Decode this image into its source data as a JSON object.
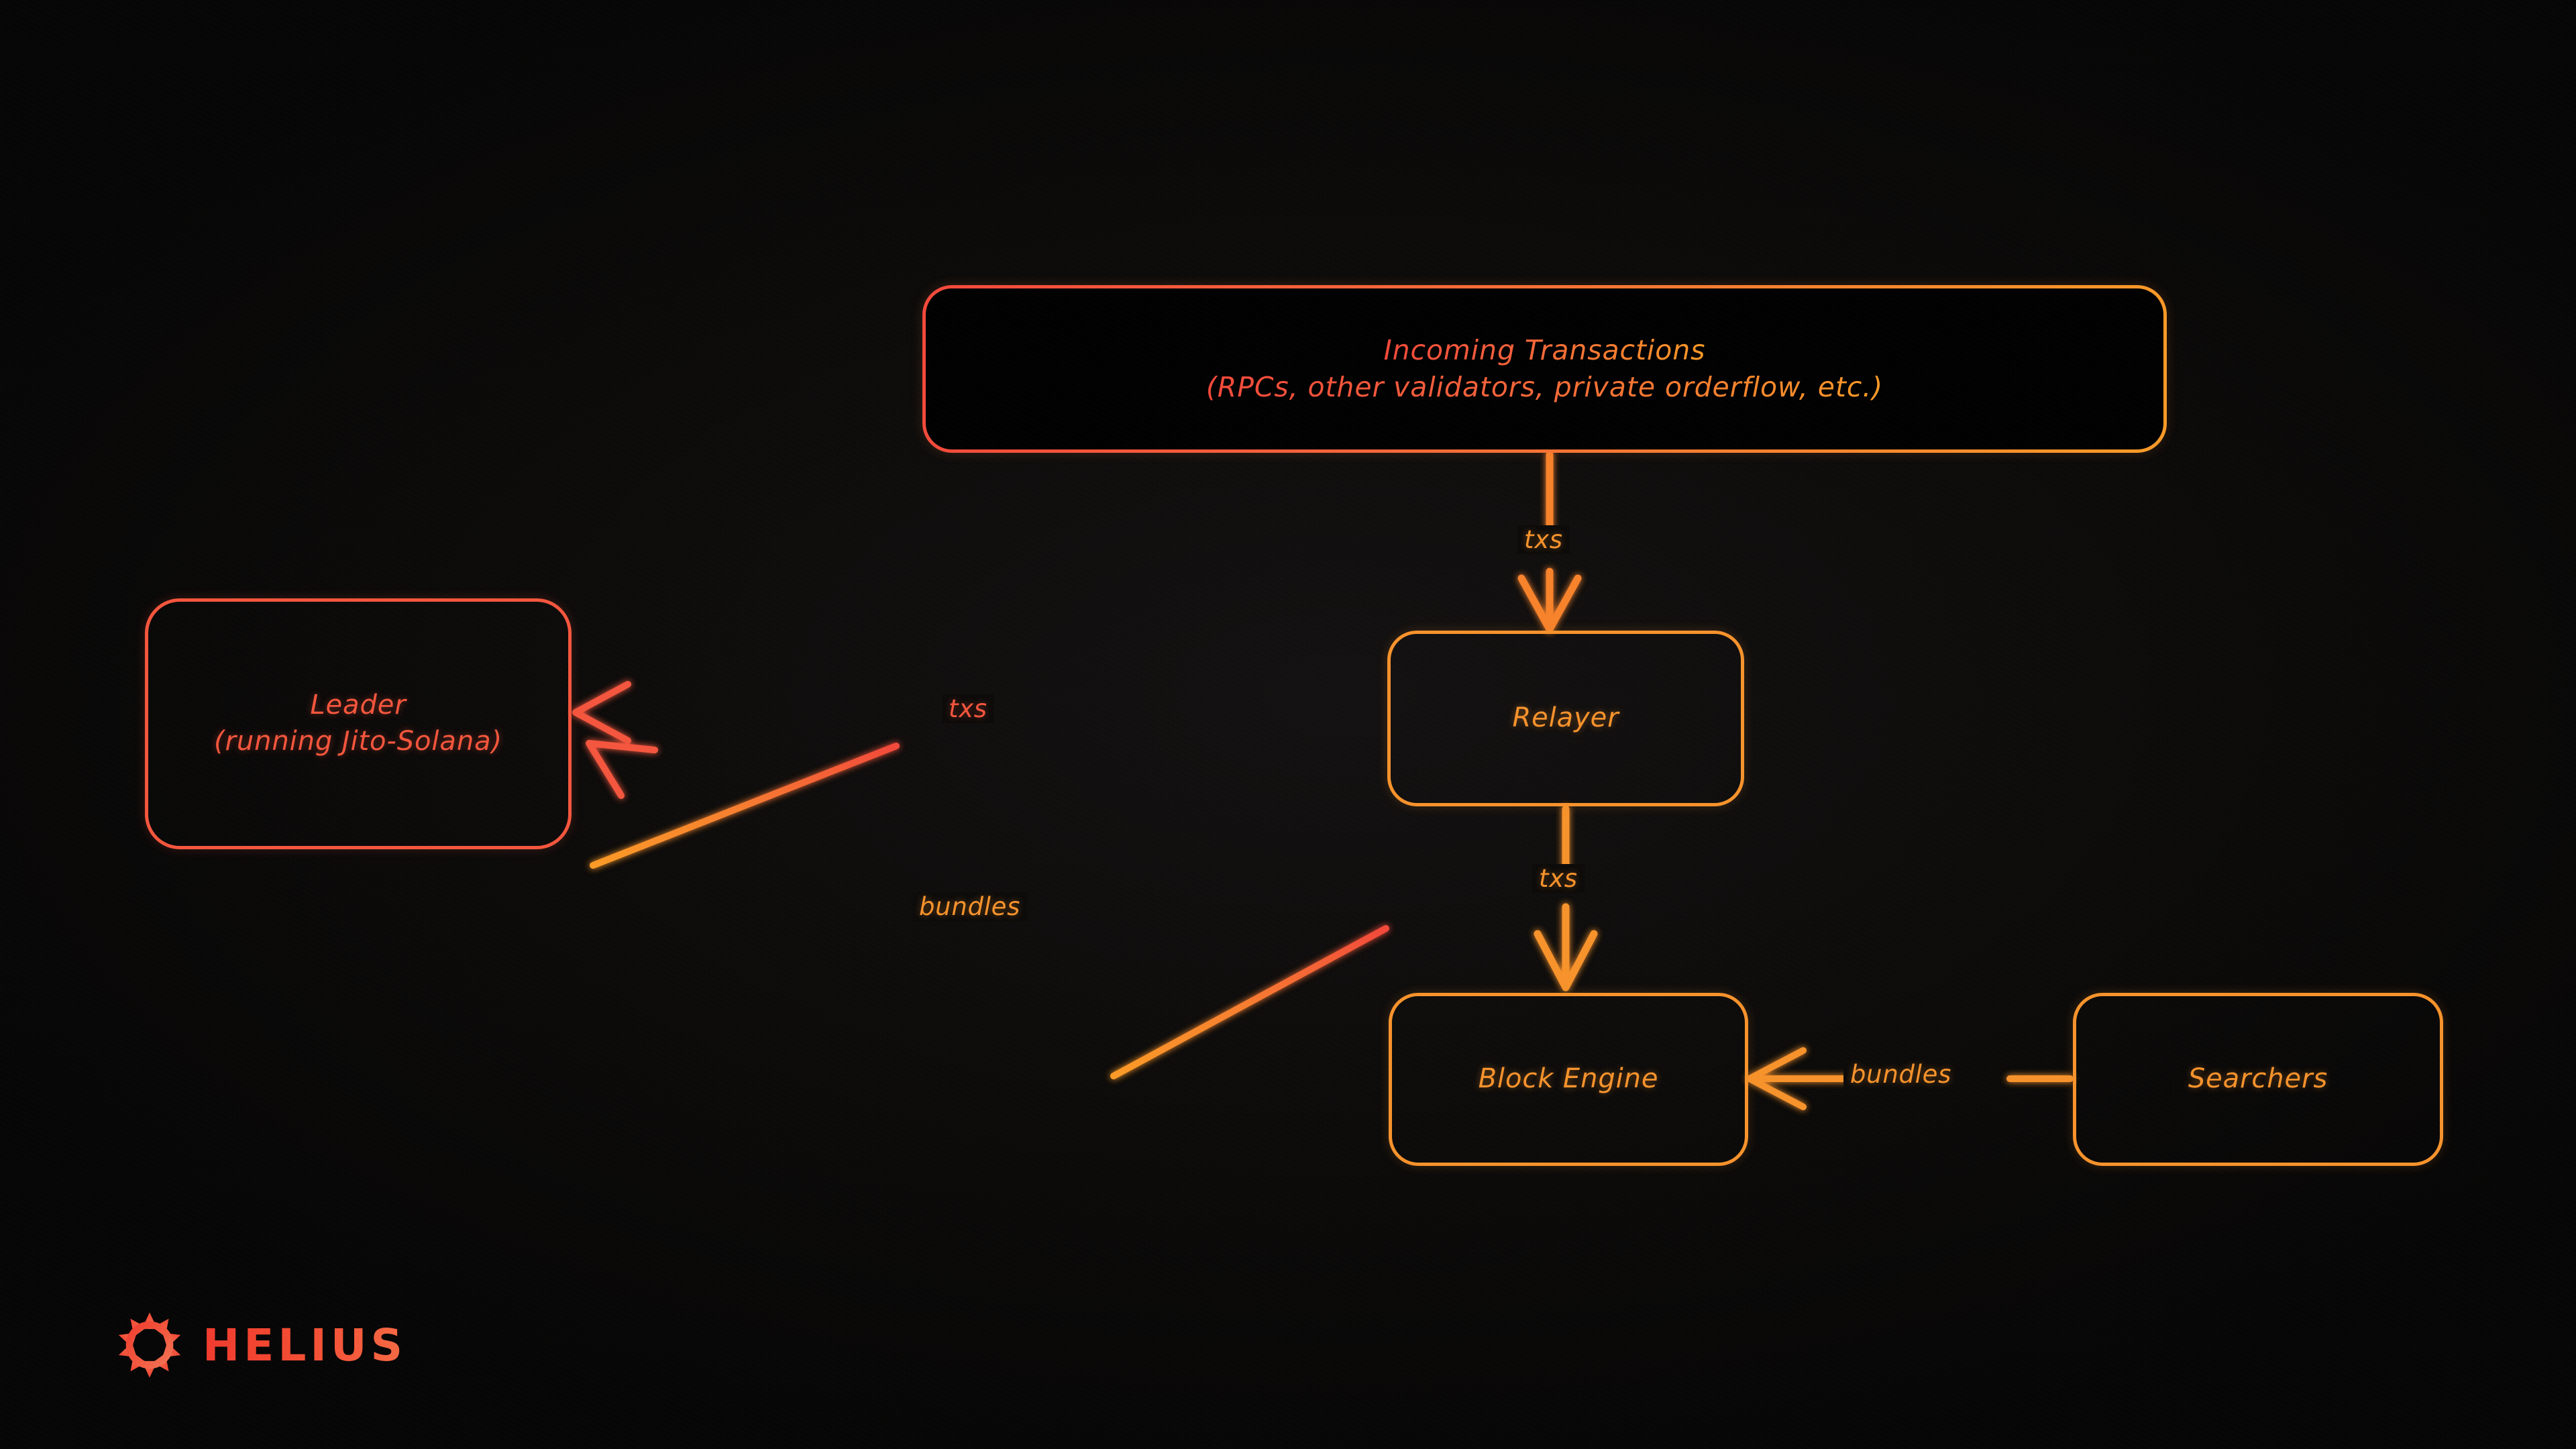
{
  "diagram": {
    "title": "Jito block production flow",
    "background_color": "#0b0a09",
    "accent_orange": "#f7922b",
    "accent_red": "#f4553c",
    "nodes": [
      {
        "id": "incoming-transactions",
        "label_line1": "Incoming Transactions",
        "label_line2": "(RPCs, other validators, private orderflow, etc.)",
        "border_color": "#f4613a"
      },
      {
        "id": "leader",
        "label_line1": "Leader",
        "label_line2": "(running Jito-Solana)",
        "border_color": "#f4553c"
      },
      {
        "id": "relayer",
        "label_line1": "Relayer",
        "border_color": "#f7922b"
      },
      {
        "id": "block-engine",
        "label_line1": "Block Engine",
        "border_color": "#f7922b"
      },
      {
        "id": "searchers",
        "label_line1": "Searchers",
        "border_color": "#f7922b"
      }
    ],
    "edges": [
      {
        "id": "incoming-to-relayer",
        "label": "txs",
        "from": "incoming-transactions",
        "to": "relayer",
        "color": "#f7822c"
      },
      {
        "id": "relayer-to-leader",
        "label": "txs",
        "from": "relayer",
        "to": "leader",
        "color": "#f4553c"
      },
      {
        "id": "relayer-to-block-engine",
        "label": "txs",
        "from": "relayer",
        "to": "block-engine",
        "color": "#f7922b"
      },
      {
        "id": "block-engine-to-leader",
        "label": "bundles",
        "from": "block-engine",
        "to": "leader",
        "color": "#f7822c"
      },
      {
        "id": "searchers-to-block-engine",
        "label": "bundles",
        "from": "searchers",
        "to": "block-engine",
        "color": "#f7922b"
      }
    ]
  },
  "branding": {
    "wordmark": "HELIUS",
    "mark_icon": "helius-sunburst-icon"
  }
}
